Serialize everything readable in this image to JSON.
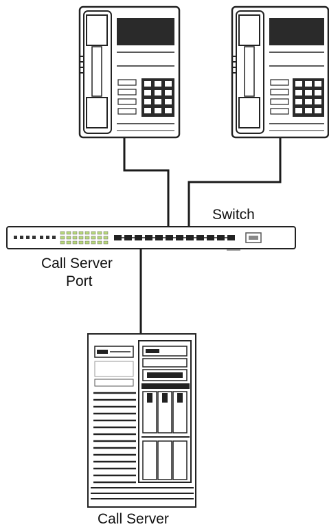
{
  "diagram": {
    "labels": {
      "switch": "Switch",
      "call_server_port_line1": "Call Server",
      "call_server_port_line2": "Port",
      "call_server": "Call Server"
    },
    "nodes": [
      {
        "id": "phone-left",
        "kind": "telephone"
      },
      {
        "id": "phone-right",
        "kind": "telephone"
      },
      {
        "id": "switch",
        "kind": "network-switch"
      },
      {
        "id": "call-server",
        "kind": "server-tower"
      }
    ],
    "links": [
      {
        "from": "phone-left",
        "to": "switch"
      },
      {
        "from": "phone-right",
        "to": "switch"
      },
      {
        "from": "switch",
        "to": "call-server",
        "via": "Call Server Port"
      }
    ],
    "colors": {
      "line": "#1a1a1a",
      "outline": "#222222",
      "switch_leds": "#b8d97a",
      "background": "#ffffff"
    }
  }
}
